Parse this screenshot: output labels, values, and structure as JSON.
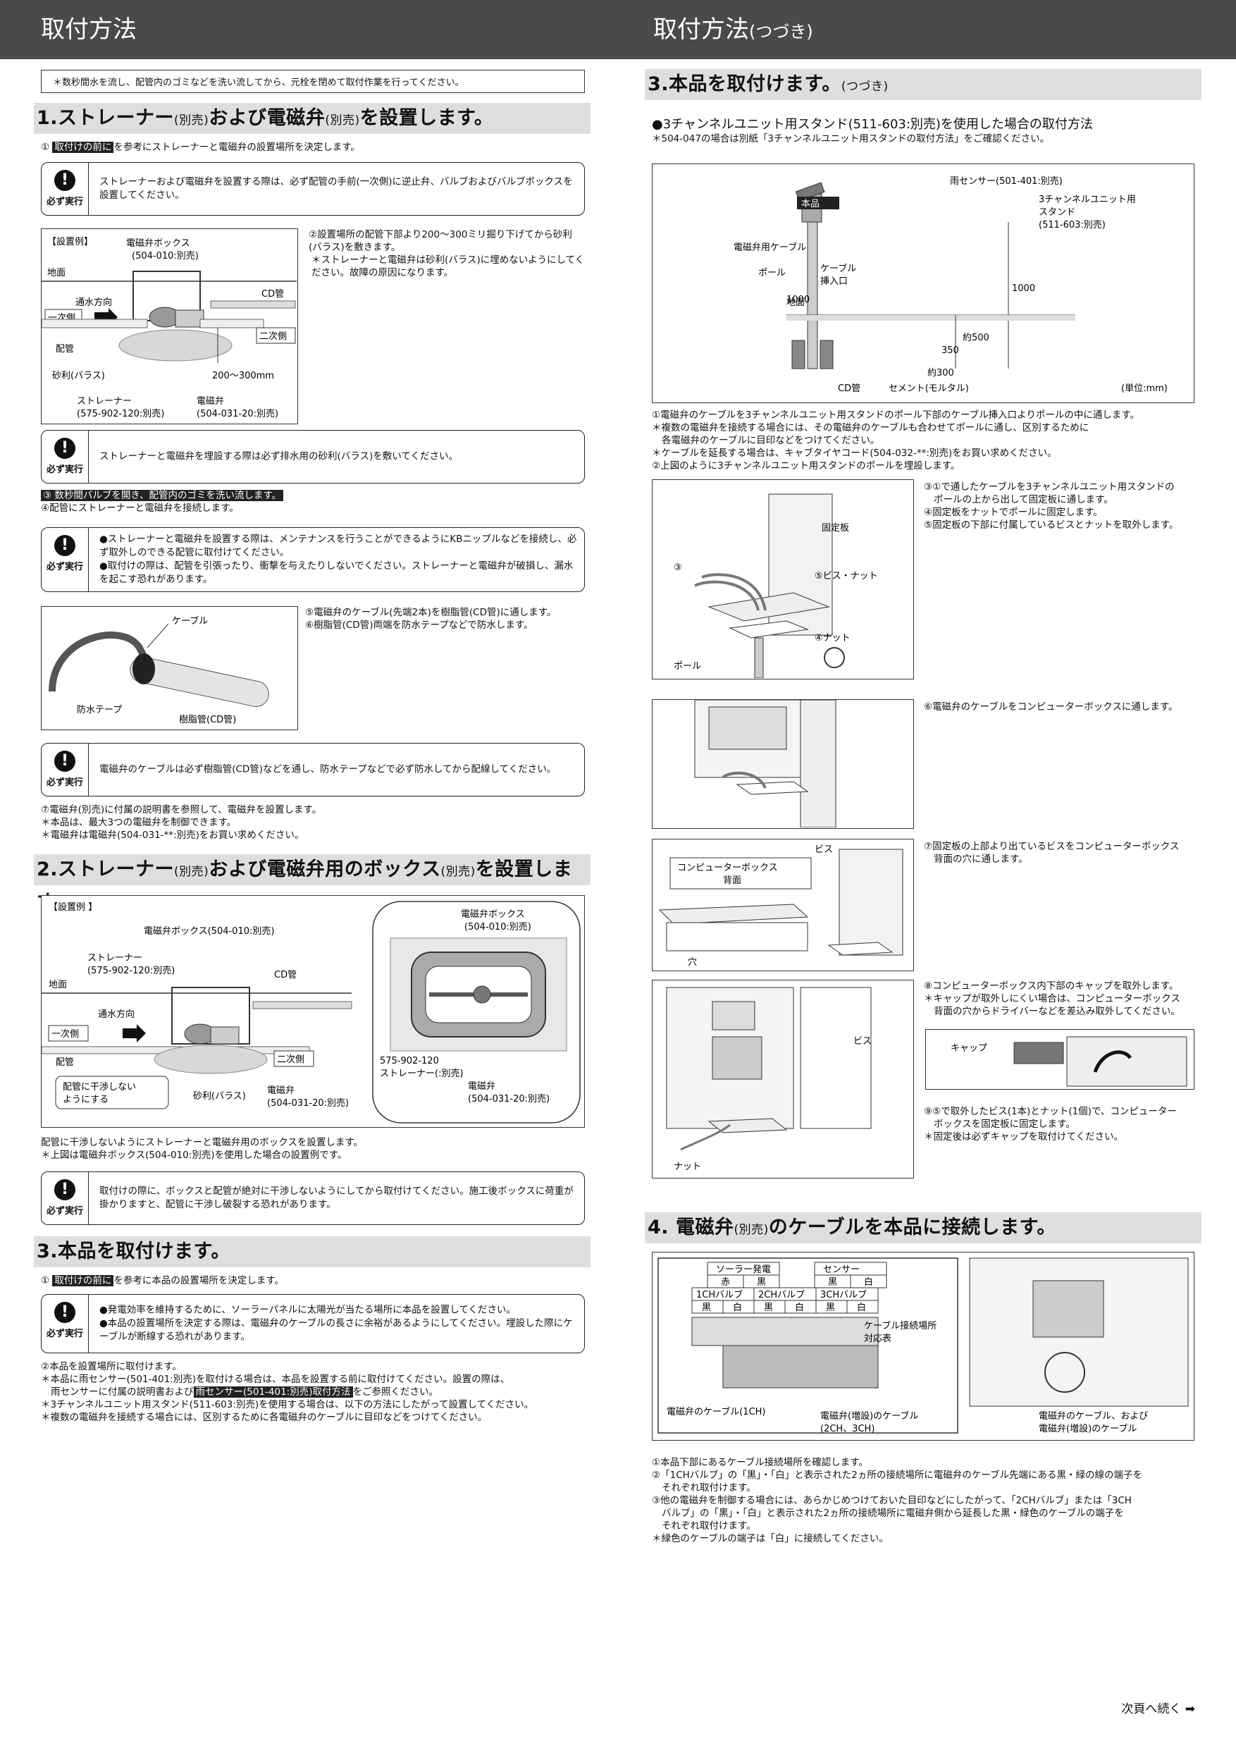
{
  "header": {
    "left_title": "取付方法",
    "right_title": "取付方法",
    "right_title_suffix": "(つづき)"
  },
  "left": {
    "top_note": "＊数秒間水を流し、配管内のゴミなどを洗い流してから、元栓を閉めて取付作業を行ってください。",
    "s1": {
      "title": "1.ストレーナー",
      "title_s1": "(別売)",
      "title_mid": "および電磁弁",
      "title_s2": "(別売)",
      "title_end": "を設置します。",
      "step1_num": "①",
      "step1_hl": "取付けの前に",
      "step1_text": "を参考にストレーナーと電磁弁の設置場所を決定します。",
      "warn1": "ストレーナーおよび電磁弁を設置する際は、必ず配管の手前(一次側)に逆止弁、バルブおよびバルブボックスを設置してください。",
      "fig_title": "【設置例】",
      "fig_labels": {
        "box": "電磁弁ボックス",
        "box_code": "(504-010:別売)",
        "ground": "地面",
        "flow": "通水方向",
        "cd": "CD管",
        "primary": "一次側",
        "secondary": "二次側",
        "pipe": "配管",
        "gravel": "砂利(バラス)",
        "depth": "200～300mm",
        "strainer": "ストレーナー",
        "strainer_code": "(575-902-120:別売)",
        "valve": "電磁弁",
        "valve_code": "(504-031-20:別売)"
      },
      "step2": "②設置場所の配管下部より200～300ミリ掘り下げてから砂利(バラス)を敷きます。",
      "step2_note": "＊ストレーナーと電磁弁は砂利(バラス)に埋めないようにしてください。故障の原因になります。",
      "warn2": "ストレーナーと電磁弁を埋設する際は必ず排水用の砂利(バラス)を敷いてください。",
      "step3_hl": "③ 数秒間バルブを開き、配管内のゴミを洗い流します。",
      "step4": "④配管にストレーナーと電磁弁を接続します。",
      "warn3": [
        "●ストレーナーと電磁弁を設置する際は、メンテナンスを行うことができるようにKBニップルなどを接続し、必ず取外しのできる配管に取付けてください。",
        "●取付けの際は、配管を引張ったり、衝撃を与えたりしないでください。ストレーナーと電磁弁が破損し、漏水を起こす恐れがあります。"
      ],
      "fig2_labels": {
        "cable": "ケーブル",
        "tape": "防水テープ",
        "tube": "樹脂管(CD管)"
      },
      "step5": "⑤電磁弁のケーブル(先端2本)を樹脂管(CD管)に通します。",
      "step6": "⑥樹脂管(CD管)両端を防水テープなどで防水します。",
      "warn4": "電磁弁のケーブルは必ず樹脂管(CD管)などを通し、防水テープなどで必ず防水してから配線してください。",
      "step7": "⑦電磁弁(別売)に付属の説明書を参照して、電磁弁を設置します。",
      "step7_n1": "＊本品は、最大3つの電磁弁を制御できます。",
      "step7_n2": "＊電磁弁は電磁弁(504-031-**:別売)をお買い求めください。"
    },
    "s2": {
      "title": "2.ストレーナー",
      "title_s1": "(別売)",
      "title_mid": "および電磁弁用のボックス",
      "title_s2": "(別売)",
      "title_end": "を設置します。",
      "fig_title": "【設置例 】",
      "labels": {
        "box": "電磁弁ボックス(504-010:別売)",
        "strainer": "ストレーナー",
        "strainer_code": "(575-902-120:別売)",
        "cd": "CD管",
        "ground": "地面",
        "flow": "通水方向",
        "primary": "一次側",
        "secondary": "二次側",
        "pipe": "配管",
        "no_touch1": "配管に干渉しない",
        "no_touch2": "ようにする",
        "gravel": "砂利(バラス)",
        "valve": "電磁弁",
        "valve_code": "(504-031-20:別売)",
        "inset_box": "電磁弁ボックス",
        "inset_box_code": "(504-010:別売)",
        "inset_strainer_code": "575-902-120",
        "inset_strainer": "ストレーナー(:別売)",
        "inset_valve": "電磁弁",
        "inset_valve_code": "(504-031-20:別売)"
      },
      "text1": "配管に干渉しないようにストレーナーと電磁弁用のボックスを設置します。",
      "text2": "＊上図は電磁弁ボックス(504-010:別売)を使用した場合の設置例です。",
      "warn": "取付けの際に、ボックスと配管が絶対に干渉しないようにしてから取付けてください。施工後ボックスに荷重が掛かりますと、配管に干渉し破裂する恐れがあります。"
    },
    "s3": {
      "title": "3.本品を取付けます。",
      "step1_num": "①",
      "step1_hl": "取付けの前に",
      "step1_text": "を参考に本品の設置場所を決定します。",
      "warn": [
        "●発電効率を維持するために、ソーラーパネルに太陽光が当たる場所に本品を設置してください。",
        "●本品の設置場所を決定する際は、電磁弁のケーブルの長さに余裕があるようにしてください。埋設した際にケーブルが断線する恐れがあります。"
      ],
      "step2": "②本品を設置場所に取付けます。",
      "n1a": "＊本品に雨センサー(501-401:別売)を取付ける場合は、本品を設置する前に取付けてください。設置の際は、",
      "n1b": "雨センサーに付属の説明書および",
      "n1_hl": "雨センサー(501-401:別売)取付方法",
      "n1c": "をご参照ください。",
      "n2": "＊3チャンネルユニット用スタンド(511-603:別売)を使用する場合は、以下の方法にしたがって設置してください。",
      "n3": "＊複数の電磁弁を接続する場合には、区別するために各電磁弁のケーブルに目印などをつけてください。"
    }
  },
  "right": {
    "s3c": {
      "title": "3.本品を取付けます。",
      "title_suffix": "(つづき)",
      "subtitle": "●3チャンネルユニット用スタンド(511-603:別売)を使用した場合の取付方法",
      "subnote": "＊504-047の場合は別紙「3チャンネルユニット用スタンドの取付方法」をご確認ください。",
      "fig_labels": {
        "rain": "雨センサー(501-401:別売)",
        "product": "本品",
        "stand1": "3チャンネルユニット用",
        "stand2": "スタンド",
        "stand3": "(511-603:別売)",
        "valve_cable": "電磁弁用ケーブル",
        "pole": "ポール",
        "cable_in1": "ケーブル",
        "cable_in2": "挿入口",
        "ground": "地面",
        "h1000": "1000",
        "h500": "約500",
        "h350": "350",
        "w300": "約300",
        "cd": "CD管",
        "cement": "セメント(モルタル)",
        "unit": "(単位:mm)"
      },
      "p1": "①電磁弁のケーブルを3チャンネルユニット用スタンドのポール下部のケーブル挿入口よりポールの中に通します。",
      "p1n1a": "＊複数の電磁弁を接続する場合には、その電磁弁のケーブルも合わせてポールに通し、区別するために",
      "p1n1b": "各電磁弁のケーブルに目印などをつけてください。",
      "p1n2": "＊ケーブルを延長する場合は、キャブタイヤコード(504-032-**:別売)をお買い求めください。",
      "p2": "②上図のように3チャンネルユニット用スタンドのポールを埋設します。",
      "fig_a_labels": {
        "plate": "固定板",
        "n3": "③",
        "screw": "⑤ビス・ナット",
        "nut": "④ナット",
        "pole": "ポール"
      },
      "p3a": "③①で通したケーブルを3チャンネルユニット用スタンドの",
      "p3b": "ポールの上から出して固定板に通します。",
      "p4": "④固定板をナットでポールに固定します。",
      "p5": "⑤固定板の下部に付属しているビスとナットを取外します。",
      "p6": "⑥電磁弁のケーブルをコンピューターボックスに通します。",
      "fig_c_labels": {
        "screw": "ビス",
        "back1": "コンピューターボックス",
        "back2": "背面",
        "hole": "穴"
      },
      "p7a": "⑦固定板の上部より出ているビスをコンピューターボックス",
      "p7b": "背面の穴に通します。",
      "fig_d_labels": {
        "screw": "ビス",
        "nut": "ナット",
        "cap": "キャップ"
      },
      "p8": "⑧コンピューターボックス内下部のキャップを取外します。",
      "p8na": "＊キャップが取外しにくい場合は、コンピューターボックス",
      "p8nb": "背面の穴からドライバーなどを差込み取外してください。",
      "p9a": "⑨⑤で取外したビス(1本)とナット(1個)で、コンピューター",
      "p9b": "ボックスを固定板に固定します。",
      "p9n": "＊固定後は必ずキャップを取付けてください。"
    },
    "s4": {
      "title": "4. 電磁弁",
      "title_s": "(別売)",
      "title_end": "のケーブルを本品に接続します。",
      "table": {
        "solar": "ソーラー発電",
        "sensor": "センサー",
        "red": "赤",
        "black": "黒",
        "white": "白",
        "ch1": "1CHバルブ",
        "ch2": "2CHバルブ",
        "ch3": "3CHバルブ"
      },
      "fig_labels": {
        "table_note1": "ケーブル接続場所",
        "table_note2": "対応表",
        "cable_1ch": "電磁弁のケーブル(1CH)",
        "cable_add1": "電磁弁(増設)のケーブル",
        "cable_add2": "(2CH、3CH)",
        "right1": "電磁弁のケーブル、および",
        "right2": "電磁弁(増設)のケーブル"
      },
      "p1": "①本品下部にあるケーブル接続場所を確認します。",
      "p2a": "②「1CHバルブ」の「黒」・「白」と表示された2ヵ所の接続場所に電磁弁のケーブル先端にある黒・緑の線の端子を",
      "p2b": "それぞれ取付けます。",
      "p3a": "③他の電磁弁を制御する場合には、あらかじめつけておいた目印などにしたがって、「2CHバルブ」または「3CH",
      "p3b": "バルブ」の「黒」・「白」と表示された2ヵ所の接続場所に電磁弁側から延長した黒・緑色のケーブルの端子を",
      "p3c": "それぞれ取付けます。",
      "p4": "＊緑色のケーブルの端子は「白」に接続してください。"
    }
  },
  "footer": {
    "next": "次頁へ続く"
  }
}
